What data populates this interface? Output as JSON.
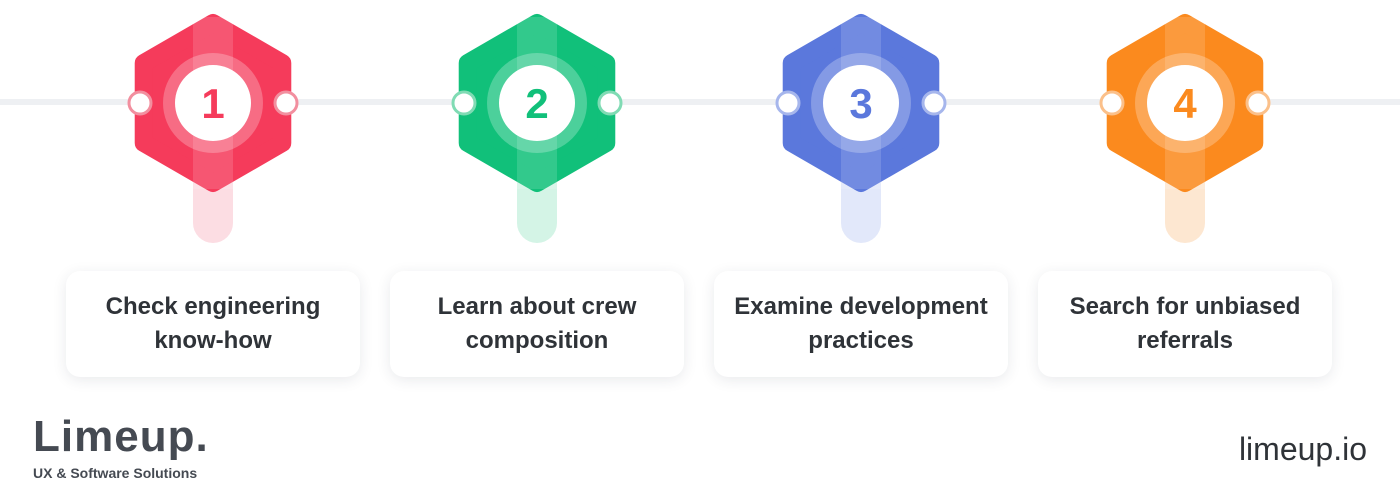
{
  "steps": [
    {
      "number": "1",
      "label_line1": "Check engineering",
      "label_line2": "know-how",
      "color": "#f53b5b",
      "light": "#fcdde3",
      "ring": "#f28f9f"
    },
    {
      "number": "2",
      "label_line1": "Learn about crew",
      "label_line2": "composition",
      "color": "#11c07a",
      "light": "#d4f4e6",
      "ring": "#80dbb4"
    },
    {
      "number": "3",
      "label_line1": "Examine development",
      "label_line2": "practices",
      "color": "#5b78dc",
      "light": "#e2e8fa",
      "ring": "#a6b6ec"
    },
    {
      "number": "4",
      "label_line1": "Search for unbiased",
      "label_line2": "referrals",
      "color": "#fb8a1e",
      "light": "#fde7d1",
      "ring": "#fbc08a"
    }
  ],
  "brand": {
    "name": "Limeup.",
    "tagline": "UX & Software Solutions",
    "website": "limeup.io",
    "text_color": "#454a52"
  },
  "connector_color": "#eef0f3"
}
